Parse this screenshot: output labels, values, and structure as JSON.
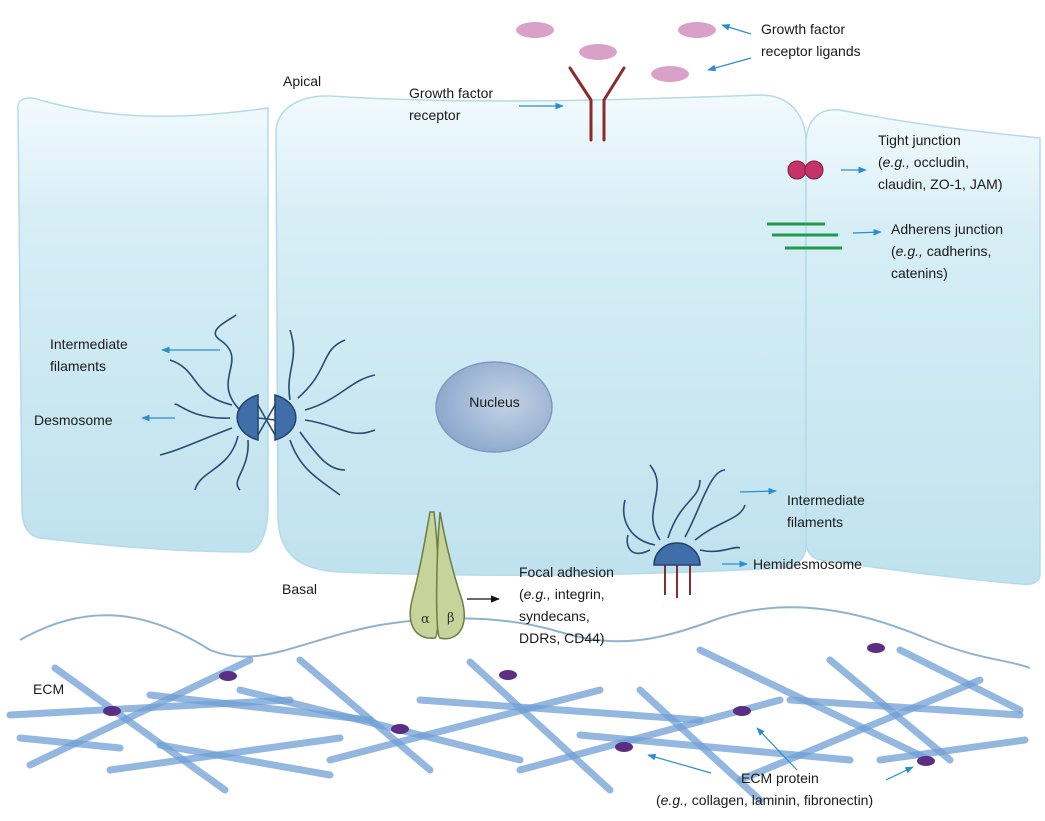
{
  "labels": {
    "apical": "Apical",
    "basal": "Basal",
    "ecm": "ECM",
    "nucleus": "Nucleus",
    "growth_factor_receptor": [
      "Growth factor",
      "receptor"
    ],
    "growth_factor_ligands": [
      "Growth factor",
      "receptor ligands"
    ],
    "tight_junction": {
      "title": "Tight junction",
      "example_prefix": "e.g.,",
      "lines": [
        "(",
        " occludin,",
        "claudin, ZO-1, JAM)"
      ]
    },
    "adherens_junction": {
      "title": "Adherens junction",
      "example_prefix": "e.g.,",
      "lines": [
        "(",
        " cadherins,",
        "catenins)"
      ]
    },
    "intermediate_filaments_left": [
      "Intermediate",
      "filaments"
    ],
    "desmosome": "Desmosome",
    "intermediate_filaments_right": [
      "Intermediate",
      "filaments"
    ],
    "hemidesmosome": "Hemidesmosome",
    "focal_adhesion": {
      "title": "Focal adhesion",
      "example_prefix": "e.g.,",
      "lines": [
        "(",
        " integrin,",
        "syndecans,",
        "DDRs, CD44)"
      ]
    },
    "ecm_protein": {
      "title": "ECM protein",
      "example_prefix": "e.g.,",
      "lines": [
        "(",
        " collagen, laminin, fibronectin)"
      ]
    },
    "alpha": "α",
    "beta": "β"
  },
  "colors": {
    "cell_fill": "#cde9f2",
    "cell_edge": "#a9d3e2",
    "desmosome": "#3f6ea8",
    "filament": "#2b4a72",
    "receptor": "#8b2a2a",
    "ligand": "#d9a1c8",
    "tight_junction": "#c6336b",
    "adherens": "#1f9a4e",
    "integrin": "#c6d39a",
    "ecm_fiber": "#6f9fd4",
    "ecm_dot": "#5a2e82",
    "arrow": "#2a8fd1",
    "nucleus": "#9fb6d4"
  }
}
